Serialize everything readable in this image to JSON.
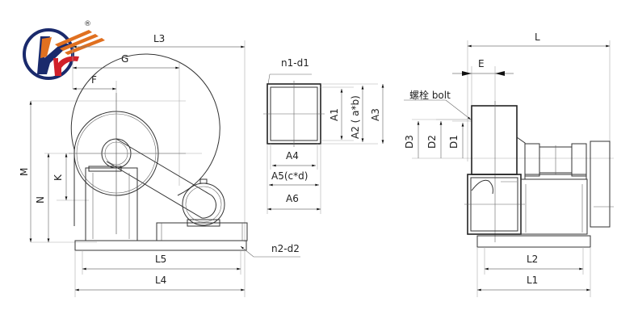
{
  "logo": {
    "registered_mark": "®",
    "colors": {
      "ring": "#1a2a6c",
      "letter_k": "#1a2a6c",
      "stripes": "#e07020",
      "letter_r": "#d0202a"
    }
  },
  "side_view": {
    "dimensions": {
      "L3": "L3",
      "G": "G",
      "F": "F",
      "M": "M",
      "N": "N",
      "K": "K",
      "L5": "L5",
      "L4": "L4"
    },
    "callouts": {
      "base_holes": "n2-d2"
    }
  },
  "outlet_view": {
    "dimensions": {
      "A1": "A1",
      "A2": "A2 ( a*b)",
      "A3": "A3",
      "A4": "A4",
      "A5": "A5(c*d)",
      "A6": "A6"
    },
    "callouts": {
      "flange_holes": "n1-d1"
    }
  },
  "front_view": {
    "dimensions": {
      "L": "L",
      "E": "E",
      "D1": "D1",
      "D2": "D2",
      "D3": "D3",
      "L2": "L2",
      "L1": "L1"
    },
    "callouts": {
      "bolt": "螺栓 bolt"
    }
  }
}
